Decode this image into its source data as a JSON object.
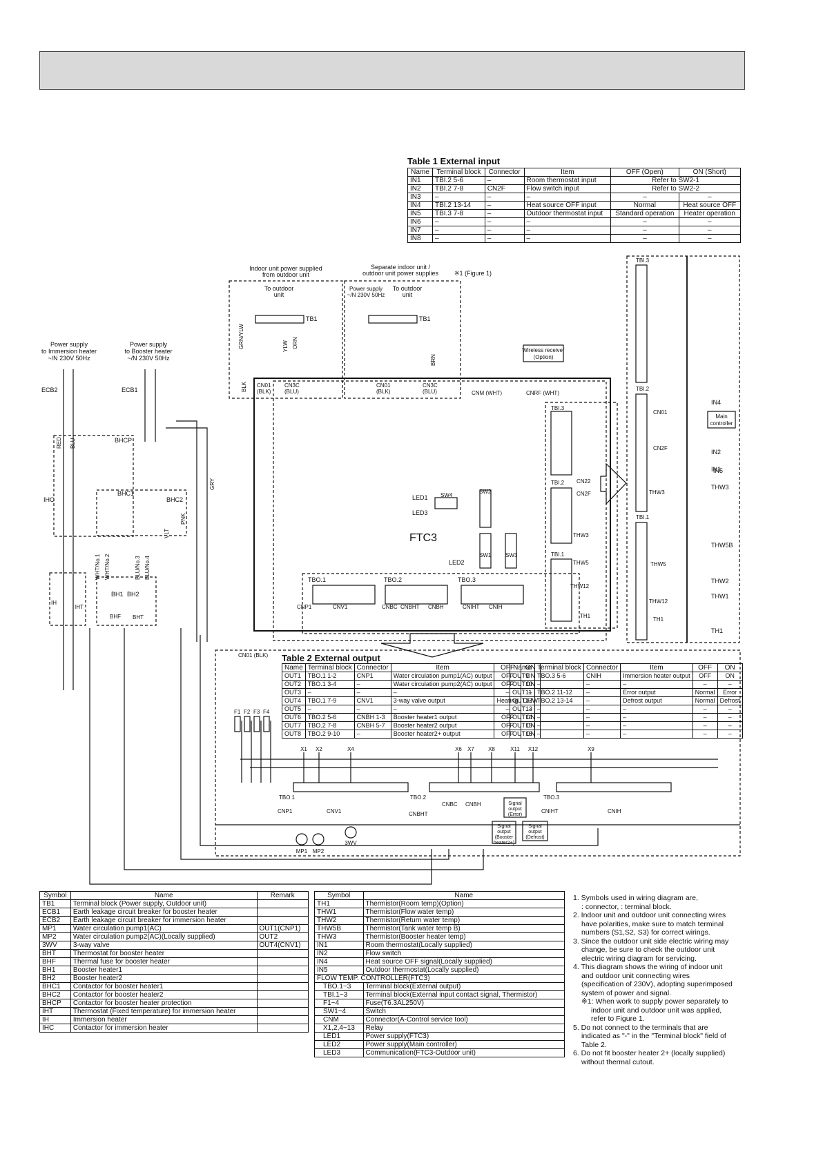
{
  "table1": {
    "title": "Table 1  External input",
    "headers": [
      "Name",
      "Terminal block",
      "Connector",
      "Item",
      "OFF (Open)",
      "ON (Short)"
    ],
    "rows": [
      [
        "IN1",
        "TBI.2 5-6",
        "–",
        "Room thermostat input",
        "Refer to SW2-1",
        ""
      ],
      [
        "IN2",
        "TBI.2 7-8",
        "CN2F",
        "Flow switch input",
        "Refer to SW2-2",
        ""
      ],
      [
        "IN3",
        "–",
        "–",
        "–",
        "–",
        "–"
      ],
      [
        "IN4",
        "TBI.2 13-14",
        "–",
        "Heat source OFF input",
        "Normal",
        "Heat source OFF"
      ],
      [
        "IN5",
        "TBI.3 7-8",
        "–",
        "Outdoor thermostat input",
        "Standard operation",
        "Heater operation"
      ],
      [
        "IN6",
        "–",
        "–",
        "–",
        "–",
        "–"
      ],
      [
        "IN7",
        "–",
        "–",
        "–",
        "–",
        "–"
      ],
      [
        "IN8",
        "–",
        "–",
        "–",
        "–",
        "–"
      ]
    ]
  },
  "table2": {
    "title": "Table 2  External output",
    "headers": [
      "Name",
      "Terminal block",
      "Connector",
      "Item",
      "OFF",
      "ON"
    ],
    "left_rows": [
      [
        "OUT1",
        "TBO.1 1-2",
        "CNP1",
        "Water circulation pump1(AC) output",
        "OFF",
        "ON"
      ],
      [
        "OUT2",
        "TBO.1 3-4",
        "–",
        "Water circulation pump2(AC) output",
        "OFF",
        "ON"
      ],
      [
        "OUT3",
        "–",
        "–",
        "–",
        "–",
        "–"
      ],
      [
        "OUT4",
        "TBO.1 7-9",
        "CNV1",
        "3-way valve output",
        "Heating",
        "DHW"
      ],
      [
        "OUT5",
        "–",
        "–",
        "–",
        "–",
        "–"
      ],
      [
        "OUT6",
        "TBO.2 5-6",
        "CNBH 1-3",
        "Booster heater1 output",
        "OFF",
        "ON"
      ],
      [
        "OUT7",
        "TBO.2 7-8",
        "CNBH 5-7",
        "Booster heater2 output",
        "OFF",
        "ON"
      ],
      [
        "OUT8",
        "TBO.2 9-10",
        "–",
        "Booster heater2+ output",
        "OFF",
        "ON"
      ]
    ],
    "right_rows": [
      [
        "OUT9",
        "TBO.3 5-6",
        "CNIH",
        "Immersion heater output",
        "OFF",
        "ON"
      ],
      [
        "OUT10",
        "–",
        "–",
        "–",
        "–",
        "–"
      ],
      [
        "OUT11",
        "TBO.2 11-12",
        "–",
        "Error output",
        "Normal",
        "Error"
      ],
      [
        "OUT12",
        "TBO.2 13-14",
        "–",
        "Defrost output",
        "Normal",
        "Defrost"
      ],
      [
        "OUT13",
        "–",
        "–",
        "–",
        "–",
        "–"
      ],
      [
        "OUT14",
        "–",
        "–",
        "–",
        "–",
        "–"
      ],
      [
        "OUT15",
        "–",
        "–",
        "–",
        "–",
        "–"
      ],
      [
        "OUT16",
        "–",
        "–",
        "–",
        "–",
        "–"
      ]
    ]
  },
  "symbols_left": {
    "headers": [
      "Symbol",
      "Name",
      "Remark"
    ],
    "rows": [
      [
        "TB1",
        "Terminal block (Power supply, Outdoor unit)",
        ""
      ],
      [
        "ECB1",
        "Earth leakage circuit breaker for booster heater",
        ""
      ],
      [
        "ECB2",
        "Earth leakage circuit breaker for immersion heater",
        ""
      ],
      [
        "MP1",
        "Water circulation pump1(AC)",
        "OUT1(CNP1)"
      ],
      [
        "MP2",
        "Water circulation pump2(AC)(Locally supplied)",
        "OUT2"
      ],
      [
        "3WV",
        "3-way valve",
        "OUT4(CNV1)"
      ],
      [
        "BHT",
        "Thermostat for booster heater",
        ""
      ],
      [
        "BHF",
        "Thermal fuse for booster heater",
        ""
      ],
      [
        "BH1",
        "Booster heater1",
        ""
      ],
      [
        "BH2",
        "Booster heater2",
        ""
      ],
      [
        "BHC1",
        "Contactor for booster heater1",
        ""
      ],
      [
        "BHC2",
        "Contactor for booster heater2",
        ""
      ],
      [
        "BHCP",
        "Contactor for booster heater protection",
        ""
      ],
      [
        "IHT",
        "Thermostat (Fixed temperature) for immersion heater",
        ""
      ],
      [
        "IH",
        "Immersion heater",
        ""
      ],
      [
        "IHC",
        "Contactor for immersion heater",
        ""
      ]
    ]
  },
  "symbols_right": {
    "headers": [
      "Symbol",
      "Name"
    ],
    "rows": [
      [
        "TH1",
        "Thermistor(Room temp)(Option)"
      ],
      [
        "THW1",
        "Thermistor(Flow water temp)"
      ],
      [
        "THW2",
        "Thermistor(Return water temp)"
      ],
      [
        "THW5B",
        "Thermistor(Tank water temp B)"
      ],
      [
        "THW3",
        "Thermistor(Booster heater temp)"
      ],
      [
        "IN1",
        "Room thermostat(Locally supplied)"
      ],
      [
        "IN2",
        "Flow switch"
      ],
      [
        "IN4",
        "Heat source OFF signal(Locally supplied)"
      ],
      [
        "IN5",
        "Outdoor thermostat(Locally supplied)"
      ]
    ],
    "group_label": "FLOW TEMP. CONTROLLER(FTC3)",
    "group_rows": [
      [
        "TBO.1~3",
        "Terminal block(External output)"
      ],
      [
        "TBI.1~3",
        "Terminal block(External input contact signal, Thermistor)"
      ],
      [
        "F1~4",
        "Fuse(T6.3AL250V)"
      ],
      [
        "SW1~4",
        "Switch"
      ],
      [
        "CNM",
        "Connector(A-Control service tool)"
      ],
      [
        "X1,2,4~13",
        "Relay"
      ],
      [
        "LED1",
        "Power supply(FTC3)"
      ],
      [
        "LED2",
        "Power supply(Main controller)"
      ],
      [
        "LED3",
        "Communication(FTC3-Outdoor unit)"
      ]
    ]
  },
  "notes": [
    "1. Symbols used in wiring diagram are,",
    ": connector,        : terminal block.",
    "2. Indoor unit and outdoor unit connecting wires",
    "have polarities, make sure to match terminal",
    "numbers (S1,S2, S3) for correct wirings.",
    "3. Since the outdoor unit side electric wiring may",
    "change, be sure to check the outdoor unit",
    "electric wiring diagram for servicing.",
    "4. This diagram shows the wiring of indoor unit",
    "and outdoor unit connecting wires",
    "(specification of 230V), adopting superimposed",
    "system of power and signal.",
    "※1: When work to supply power separately to",
    "indoor unit and outdoor unit was applied,",
    "refer to Figure 1.",
    "5. Do not connect to the terminals that are",
    "indicated as \"-\" in the \"Terminal block\" field of",
    "Table 2.",
    "6. Do not fit booster heater 2+ (locally supplied)",
    "without thermal cutout."
  ],
  "diagram": {
    "board_label": "FTC3",
    "power_left_a": "Power supply",
    "power_left_b": "to Immersion heater",
    "power_left_c": "~/N 230V 50Hz",
    "power_mid_a": "Power supply",
    "power_mid_b": "to Booster heater",
    "power_mid_c": "~/N 230V 50Hz",
    "indoor_a": "Indoor unit power supplied",
    "indoor_b": "from outdoor unit",
    "sep_a": "Separate indoor unit /",
    "sep_b": "outdoor unit power supplies",
    "fig1": "※1 (Figure 1)",
    "to_outdoor_a": "To outdoor",
    "to_outdoor_b": "unit",
    "ps_a": "Power supply",
    "ps_b": "~/N 230V 50Hz",
    "wireless_a": "Wireless receiver",
    "wireless_b": "(Option)",
    "main_ctrl_a": "Main",
    "main_ctrl_b": "controller",
    "tb1": "TB1",
    "ecb1": "ECB1",
    "ecb2": "ECB2",
    "bhcp": "BHCP",
    "bhc1": "BHC1",
    "bhc2": "BHC2",
    "ihc": "IHC",
    "ih": "IH",
    "iht": "IHT",
    "bh1": "BH1",
    "bh2": "BH2",
    "bhf": "BHF",
    "bht": "BHT",
    "led1": "LED1",
    "led2": "LED2",
    "led3": "LED3",
    "sw1": "SW1",
    "sw2": "SW2",
    "sw3": "SW3",
    "sw4": "SW4",
    "tbo1": "TBO.1",
    "tbo2": "TBO.2",
    "tbo3": "TBO.3",
    "tbi1": "TBI.1",
    "tbi2": "TBI.2",
    "tbi3": "TBI.3",
    "cn01": "CN01",
    "cn01_blk": "(BLK)",
    "cn01b": "CN01 (BLK)",
    "cn3c": "CN3C",
    "cn3c_blu": "(BLU)",
    "cnm": "CNM (WHT)",
    "cnrf": "CNRF (WHT)",
    "cn22": "CN22",
    "cn2f": "CN2F",
    "thw3": "THW3",
    "thw5": "THW5",
    "thw12": "THW12",
    "th1": "TH1",
    "cnp1": "CNP1",
    "cnv1": "CNV1",
    "cnbc": "CNBC",
    "cnbht": "CNBHT",
    "cnbh": "CNBH",
    "cniht": "CNIHT",
    "cnih": "CNIH",
    "in1": "IN1",
    "in2": "IN2",
    "in4": "IN4",
    "in5": "IN5",
    "thw1": "THW1",
    "thw2": "THW2",
    "thw5b": "THW5B",
    "mp1": "MP1",
    "mp2": "MP2",
    "wv3": "3WV",
    "f1": "F1",
    "f2": "F2",
    "f3": "F3",
    "f4": "F4",
    "sig_err_a": "Signal",
    "sig_err_b": "output",
    "sig_err_c": "(Error)",
    "sig_def_c": "(Defrost)",
    "sig_bh_c": "(Booster",
    "sig_bh_d": "heater2+)",
    "relays": [
      "X1",
      "X2",
      "X4",
      "X6",
      "X7",
      "X8",
      "X11",
      "X12",
      "X9"
    ],
    "wire_colors": [
      "RED",
      "BLU",
      "YLW",
      "ORN",
      "BRN",
      "GRY",
      "PNK",
      "BLK",
      "GRN/YLW",
      "WHT/No.1",
      "WHT/No.2",
      "BLU/No.3",
      "BLU/No.4",
      "VLT"
    ]
  }
}
